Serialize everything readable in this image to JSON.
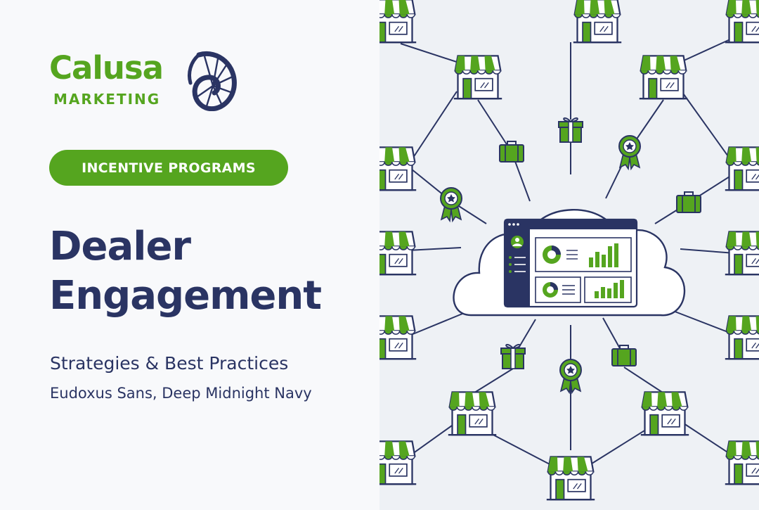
{
  "brand": {
    "name": "Calusa",
    "tagline": "MARKETING",
    "green": "#55a51f",
    "navy": "#2a3463",
    "logo_icon": "nautilus-shell-icon"
  },
  "badge": {
    "label": "INCENTIVE PROGRAMS"
  },
  "headline": {
    "line1": "Dealer",
    "line2": "Engagement"
  },
  "subtitle": "Strategies & Best Practices",
  "caption": "Eudoxus Sans, Deep Midnight Navy",
  "illustration": {
    "center": "cloud-dashboard-icon",
    "nodes": [
      "storefront-icon",
      "gift-box-icon",
      "award-ribbon-icon",
      "briefcase-icon"
    ],
    "colors": {
      "line": "#2a3463",
      "fill": "#ffffff",
      "background": "#eef1f5"
    }
  }
}
